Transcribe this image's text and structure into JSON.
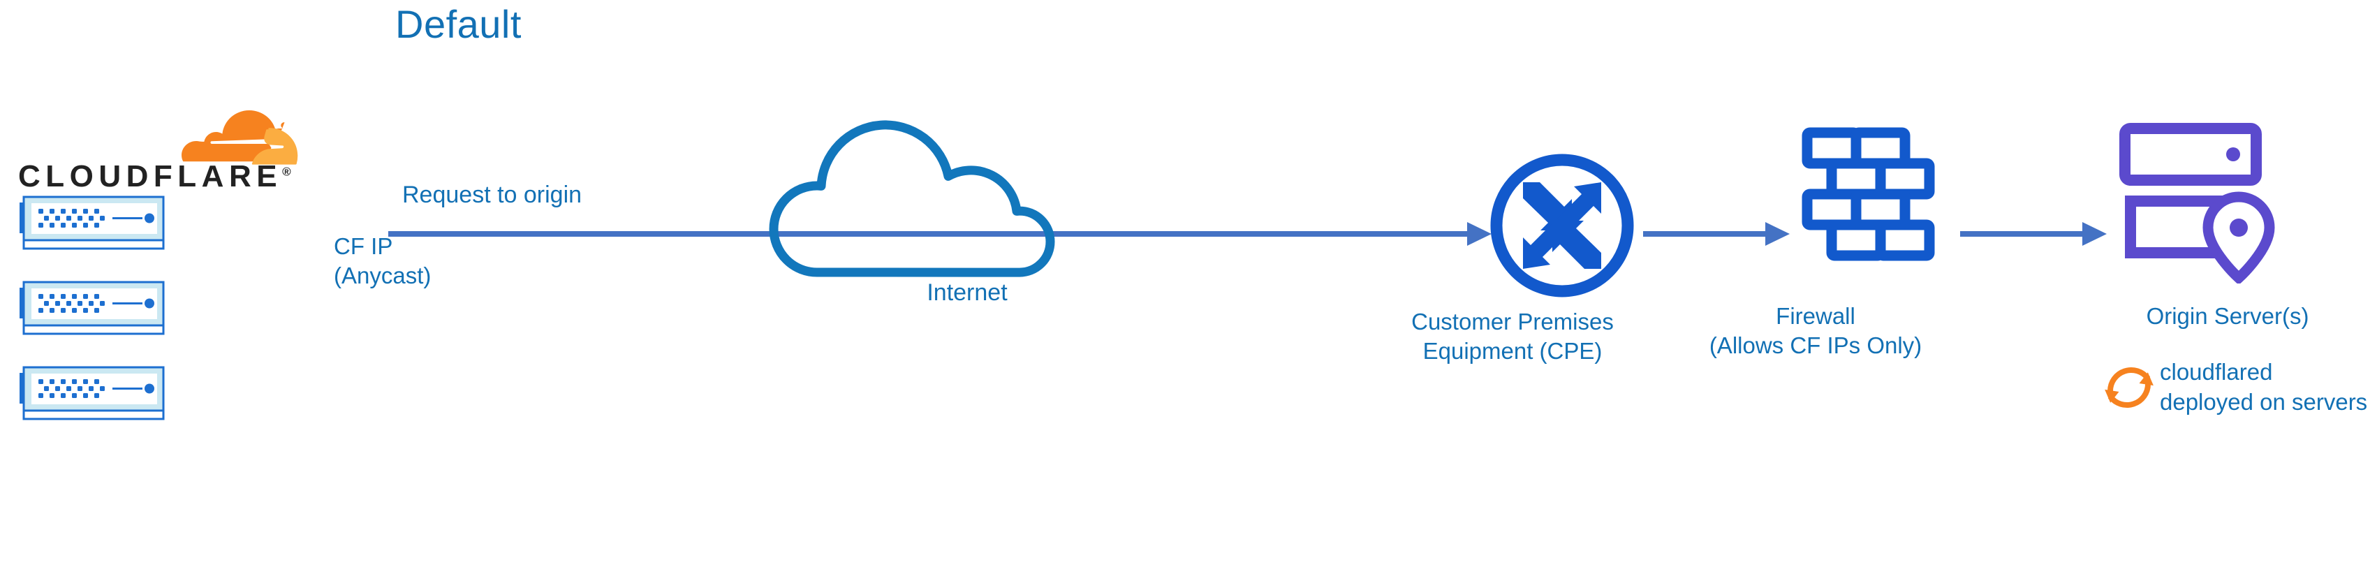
{
  "diagram": {
    "title": "Default",
    "type": "network-architecture"
  },
  "brand": {
    "name": "CLOUDFLARE",
    "registered_mark": "®",
    "logo_color_primary": "#F6821F",
    "logo_color_secondary": "#FBAD41",
    "wordmark_color": "#222222"
  },
  "colors": {
    "label_blue": "#1270B4",
    "arrow_blue": "#4472C4",
    "icon_blue": "#1259CC",
    "cloud_blue": "#1277BC",
    "origin_purple": "#5B4ACD",
    "cloudflared_orange": "#F6821F",
    "server_frame_blue": "#1D6FD0",
    "server_inner_cyan": "#CBE8F2"
  },
  "nodes": [
    {
      "id": "cloudflare-edge",
      "icon": "server-stack-icon",
      "label": "",
      "server_count": 3
    },
    {
      "id": "internet",
      "icon": "cloud-icon",
      "label": "Internet"
    },
    {
      "id": "cpe",
      "icon": "router-icon",
      "label_line1": "Customer Premises",
      "label_line2": "Equipment (CPE)"
    },
    {
      "id": "firewall",
      "icon": "brick-wall-icon",
      "label_line1": "Firewall",
      "label_line2": "(Allows CF IPs Only)"
    },
    {
      "id": "origin",
      "icon": "origin-server-icon",
      "label": "Origin Server(s)",
      "annotation_icon": "sync-circle-icon",
      "annotation": "cloudflared deployed on servers"
    }
  ],
  "edges": [
    {
      "id": "edge-main",
      "from": "cloudflare-edge",
      "to": "cpe",
      "label_above": "Request to origin",
      "label_below_line1": "CF IP",
      "label_below_line2": "(Anycast)"
    },
    {
      "id": "edge-cpe-firewall",
      "from": "cpe",
      "to": "firewall",
      "label": ""
    },
    {
      "id": "edge-firewall-origin",
      "from": "firewall",
      "to": "origin",
      "label": ""
    }
  ],
  "labels": {
    "title": "Default",
    "request_to_origin": "Request to origin",
    "cf_ip_line1": "CF IP",
    "cf_ip_line2": "(Anycast)",
    "internet": "Internet",
    "cpe_line1": "Customer Premises",
    "cpe_line2": "Equipment (CPE)",
    "firewall_line1": "Firewall",
    "firewall_line2": "(Allows CF IPs Only)",
    "origin": "Origin Server(s)",
    "cloudflared": "cloudflared deployed on servers"
  }
}
